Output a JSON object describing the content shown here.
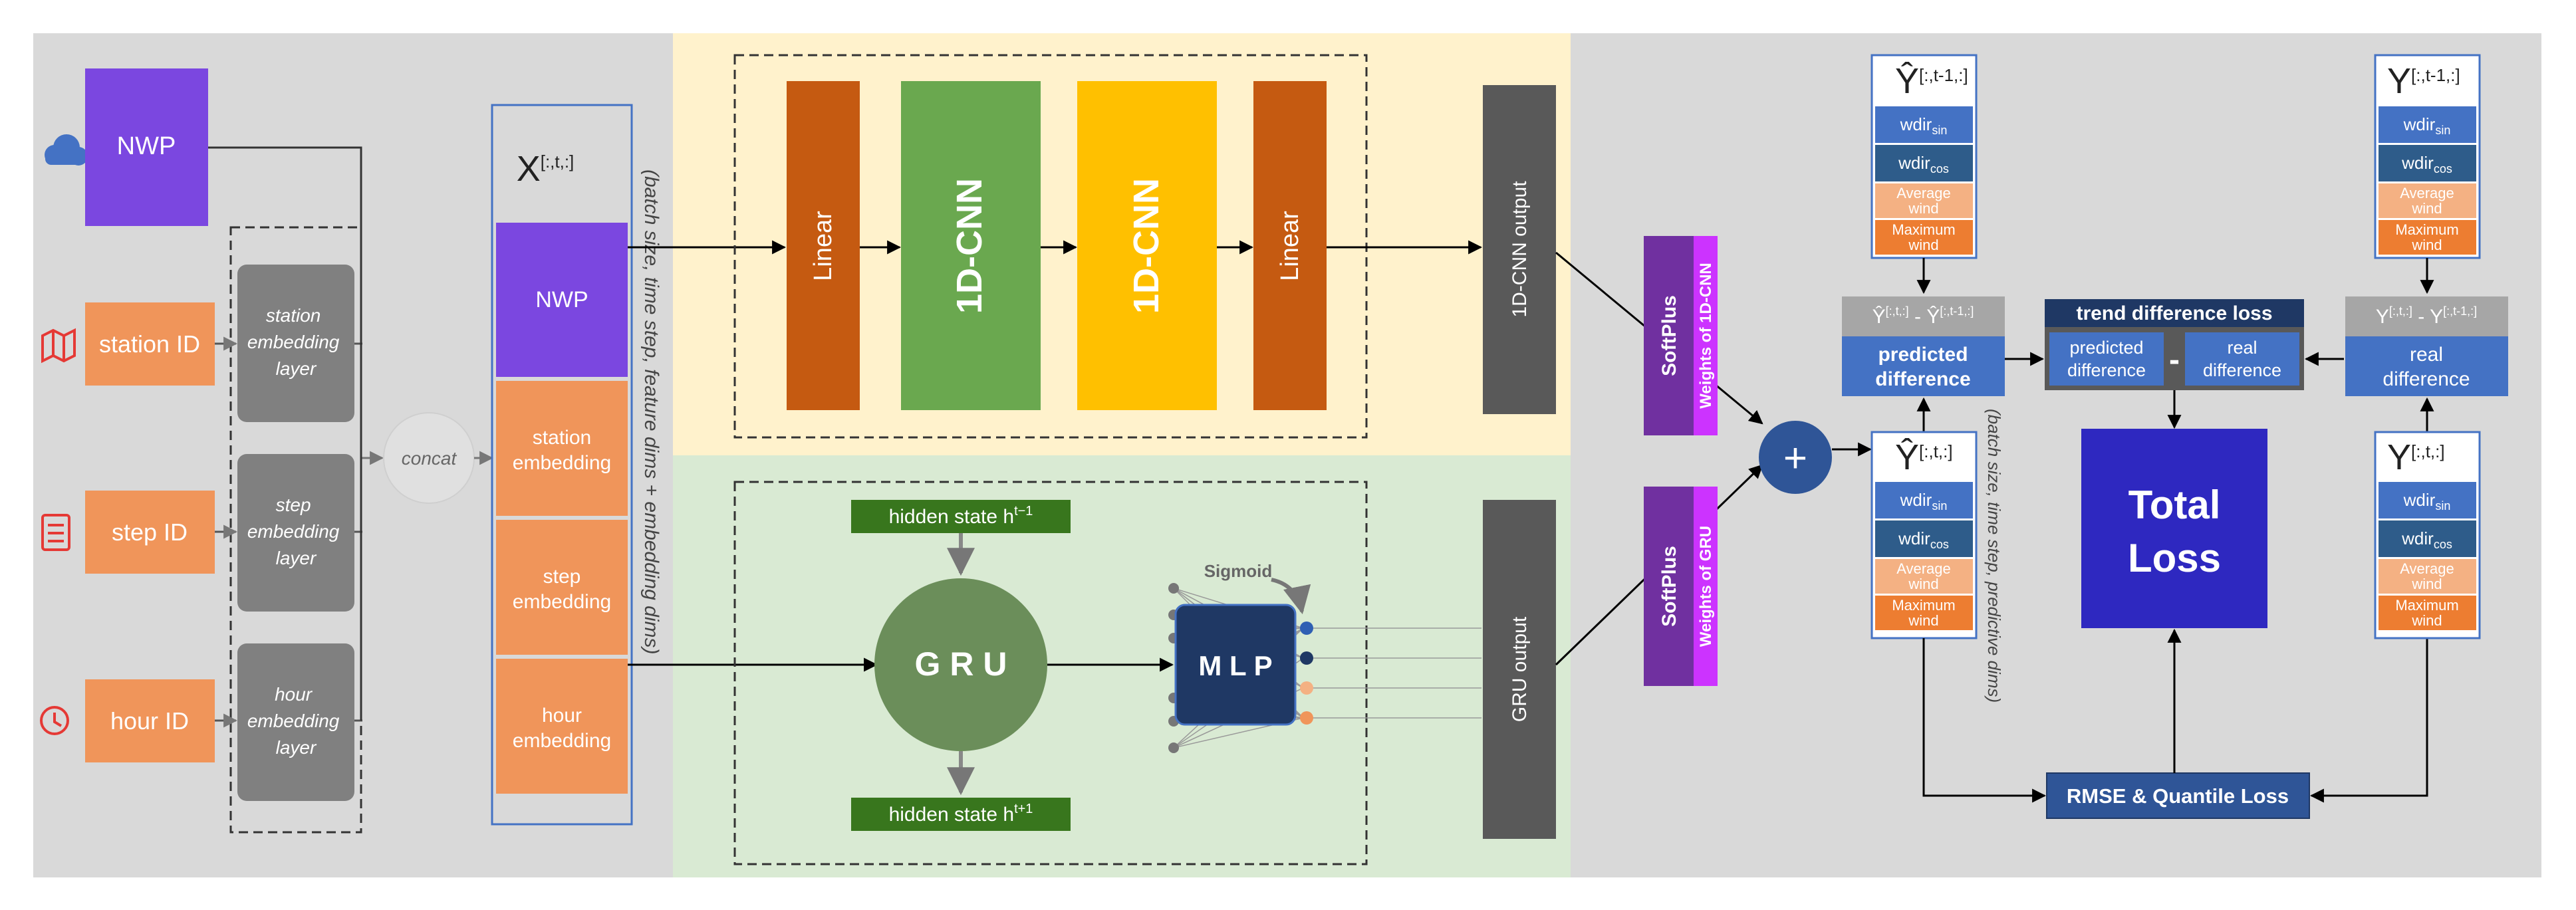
{
  "inputs": {
    "nwp": "NWP",
    "station_id": "station ID",
    "step_id": "step ID",
    "hour_id": "hour ID"
  },
  "embedding_layers": {
    "station": [
      "station",
      "embedding",
      "layer"
    ],
    "step": [
      "step",
      "embedding",
      "layer"
    ],
    "hour": [
      "hour",
      "embedding",
      "layer"
    ]
  },
  "concat": "concat",
  "feature_stack": {
    "title": "X",
    "title_sup": "[:,t,:]",
    "nwp": "NWP",
    "station": [
      "station",
      "embedding"
    ],
    "step": [
      "step",
      "embedding"
    ],
    "hour": [
      "hour",
      "embedding"
    ],
    "dims_label": "(batch size, time step, feature dims + embedding dims)"
  },
  "cnn_branch": {
    "linear1": "Linear",
    "cnn1": "1D-CNN",
    "cnn2": "1D-CNN",
    "linear2": "Linear",
    "output": "1D-CNN output"
  },
  "gru_branch": {
    "hidden_prev": "hidden state h",
    "hidden_prev_sup": "t−1",
    "hidden_next": "hidden state h",
    "hidden_next_sup": "t+1",
    "gru": "G R U",
    "mlp": "M L P",
    "sigmoid": "Sigmoid",
    "output": "GRU output"
  },
  "weighting": {
    "softplus": "SoftPlus",
    "weights_cnn": "Weights of 1D-CNN",
    "weights_gru": "Weights of GRU",
    "plus": "+"
  },
  "variables": {
    "wdir": "wdir",
    "sin": "sin",
    "cos": "cos",
    "avg_wind": [
      "Average",
      "wind"
    ],
    "max_wind": [
      "Maximum",
      "wind"
    ]
  },
  "predictions": {
    "prev_symbol": "Ŷ",
    "prev_sup": "[:,t-1,:]",
    "cur_symbol": "Ŷ",
    "cur_sup": "[:,t,:]",
    "diff_expr_a": "Ŷ",
    "diff_expr_a_sup": "[:,t,:]",
    "diff_expr_minus": " - ",
    "diff_expr_b": "Ŷ",
    "diff_expr_b_sup": "[:,t-1,:]",
    "diff_label": [
      "predicted",
      "difference"
    ],
    "dims_label": "(batch size, time step, predictive dims)"
  },
  "real": {
    "prev_symbol": "Y",
    "prev_sup": "[:,t-1,:]",
    "cur_symbol": "Y",
    "cur_sup": "[:,t,:]",
    "diff_expr_a": "Y",
    "diff_expr_a_sup": "[:,t,:]",
    "diff_expr_minus": " - ",
    "diff_expr_b": "Y",
    "diff_expr_b_sup": "[:,t-1,:]",
    "diff_label": [
      "real",
      "difference"
    ]
  },
  "loss": {
    "trend_title": "trend difference loss",
    "trend_pred": [
      "predicted",
      "difference"
    ],
    "trend_minus": "-",
    "trend_real": [
      "real",
      "difference"
    ],
    "total": [
      "Total",
      "Loss"
    ],
    "rmse": "RMSE & Quantile Loss"
  },
  "colors": {
    "panel_grey": "#d9d9d9",
    "cnn_bg": "#fff2cc",
    "gru_bg": "#d9ead3",
    "orange": "#f4b183",
    "input_orange": "#f0955a",
    "purple": "#7b47e0",
    "linear": "#c55a11",
    "cnn_green": "#6aa84f",
    "cnn_yellow": "#ffc000",
    "dark_grey": "#595959",
    "navy": "#203864",
    "blue": "#4472c4",
    "total_blue": "#2e28c0"
  }
}
